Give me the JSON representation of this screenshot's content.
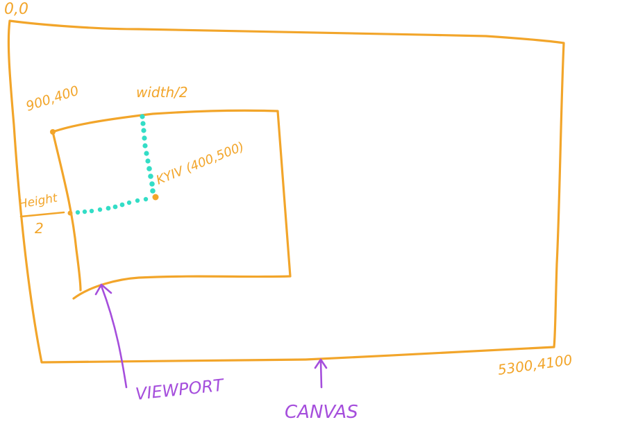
{
  "labels": {
    "origin": "0,0",
    "viewport_corner": "900,400",
    "half_width": "width/2",
    "center": "KYIV (400,500)",
    "half_height_top": "Height",
    "half_height_bottom": "2",
    "viewport": "VIEWPORT",
    "canvas": "CANVAS",
    "canvas_corner": "5300,4100"
  },
  "colors": {
    "outline": "#F2A52A",
    "pointer": "#A54EDC",
    "guide": "#33DDC6"
  }
}
